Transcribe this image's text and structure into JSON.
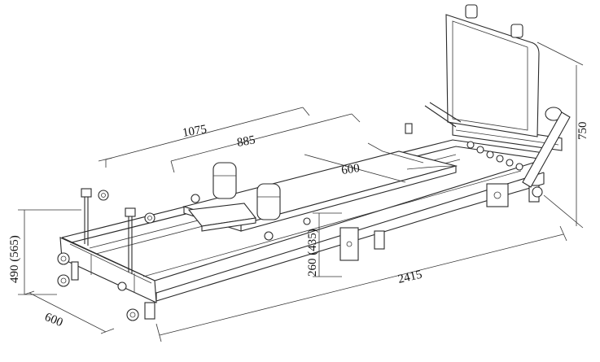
{
  "dimensions": {
    "top_long": "1075",
    "top_mid": "885",
    "carriage": "600",
    "height_right": "750",
    "height_left": "490 (565)",
    "frame_height": "260 (435)",
    "overall_length": "2415",
    "width": "600"
  }
}
